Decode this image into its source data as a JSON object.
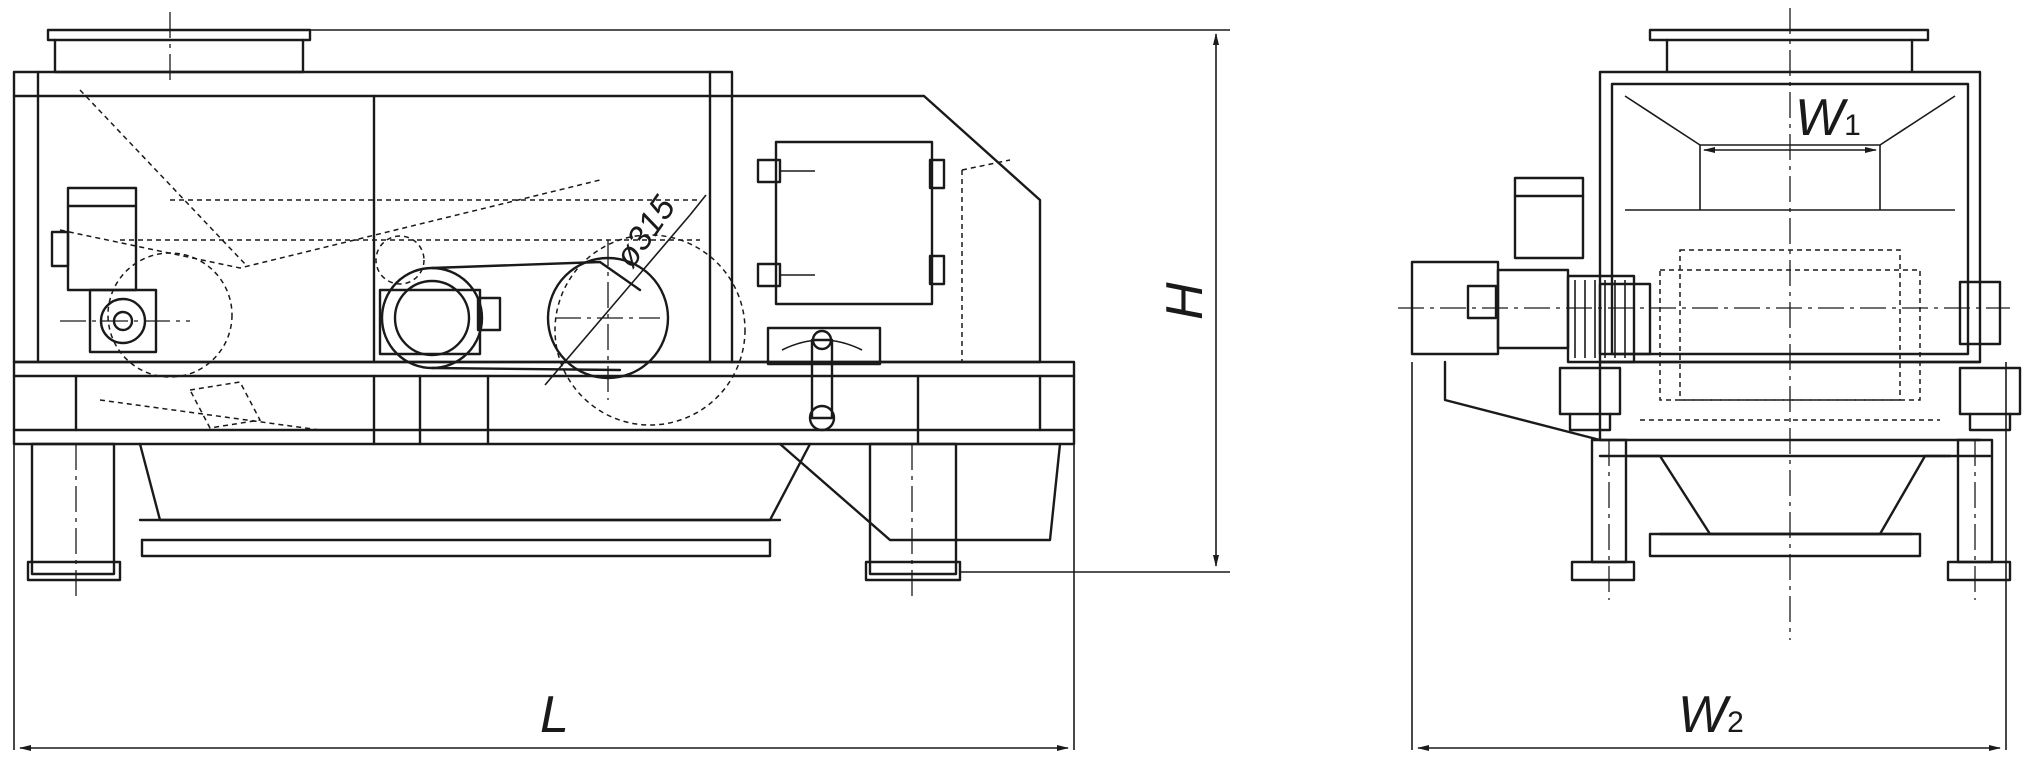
{
  "labels": {
    "length": "L",
    "height": "H",
    "width_outer_main": "W",
    "width_outer_sub": "2",
    "width_inner_main": "W",
    "width_inner_sub": "1",
    "pulley_diameter": "ø315"
  }
}
